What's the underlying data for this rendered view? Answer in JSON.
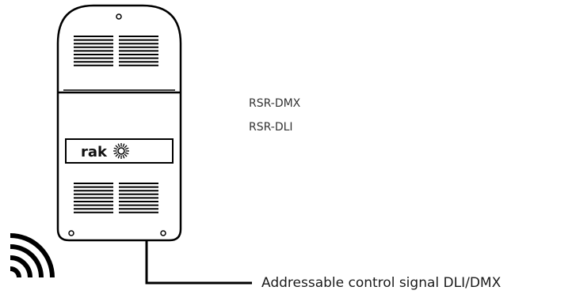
{
  "device": {
    "brand_text": "rak",
    "icon": "rako-sunburst-logo-icon"
  },
  "models": [
    {
      "label": "RSR-DMX"
    },
    {
      "label": "RSR-DLI"
    }
  ],
  "connection": {
    "label": "Addressable control signal DLI/DMX"
  },
  "wireless": {
    "icon": "wireless-signal-icon"
  },
  "colors": {
    "stroke": "#000000",
    "text": "#333333"
  }
}
